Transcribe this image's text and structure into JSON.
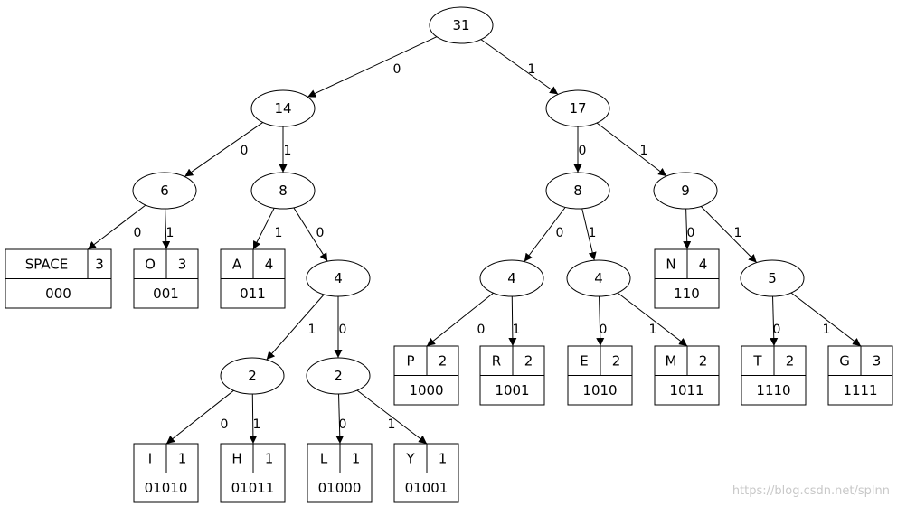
{
  "nodes": {
    "n31": "31",
    "n14": "14",
    "n17": "17",
    "n6": "6",
    "n8a": "8",
    "n8b": "8",
    "n9": "9",
    "n4a": "4",
    "n4b": "4",
    "n4c": "4",
    "n5": "5",
    "n2a": "2",
    "n2b": "2"
  },
  "leaves": {
    "space": {
      "symbol": "SPACE",
      "weight": "3",
      "code": "000"
    },
    "o": {
      "symbol": "O",
      "weight": "3",
      "code": "001"
    },
    "a": {
      "symbol": "A",
      "weight": "4",
      "code": "011"
    },
    "p": {
      "symbol": "P",
      "weight": "2",
      "code": "1000"
    },
    "r": {
      "symbol": "R",
      "weight": "2",
      "code": "1001"
    },
    "e": {
      "symbol": "E",
      "weight": "2",
      "code": "1010"
    },
    "m": {
      "symbol": "M",
      "weight": "2",
      "code": "1011"
    },
    "n": {
      "symbol": "N",
      "weight": "4",
      "code": "110"
    },
    "t": {
      "symbol": "T",
      "weight": "2",
      "code": "1110"
    },
    "g": {
      "symbol": "G",
      "weight": "3",
      "code": "1111"
    },
    "i": {
      "symbol": "I",
      "weight": "1",
      "code": "01010"
    },
    "h": {
      "symbol": "H",
      "weight": "1",
      "code": "01011"
    },
    "l": {
      "symbol": "L",
      "weight": "1",
      "code": "01000"
    },
    "y": {
      "symbol": "Y",
      "weight": "1",
      "code": "01001"
    }
  },
  "edges": {
    "e31_14": "0",
    "e31_17": "1",
    "e14_6": "0",
    "e14_8a": "1",
    "e17_8b": "0",
    "e17_9": "1",
    "e6_space": "0",
    "e6_o": "1",
    "e8a_a": "1",
    "e8a_4a": "0",
    "e8b_4b": "0",
    "e8b_4c": "1",
    "e9_n": "0",
    "e9_5": "1",
    "e4a_2a": "1",
    "e4a_2b": "0",
    "e4b_p": "0",
    "e4b_r": "1",
    "e4c_e": "0",
    "e4c_m": "1",
    "e5_t": "0",
    "e5_g": "1",
    "e2a_i": "0",
    "e2a_h": "1",
    "e2b_l": "0",
    "e2b_y": "1"
  },
  "watermark": "https://blog.csdn.net/splnn"
}
